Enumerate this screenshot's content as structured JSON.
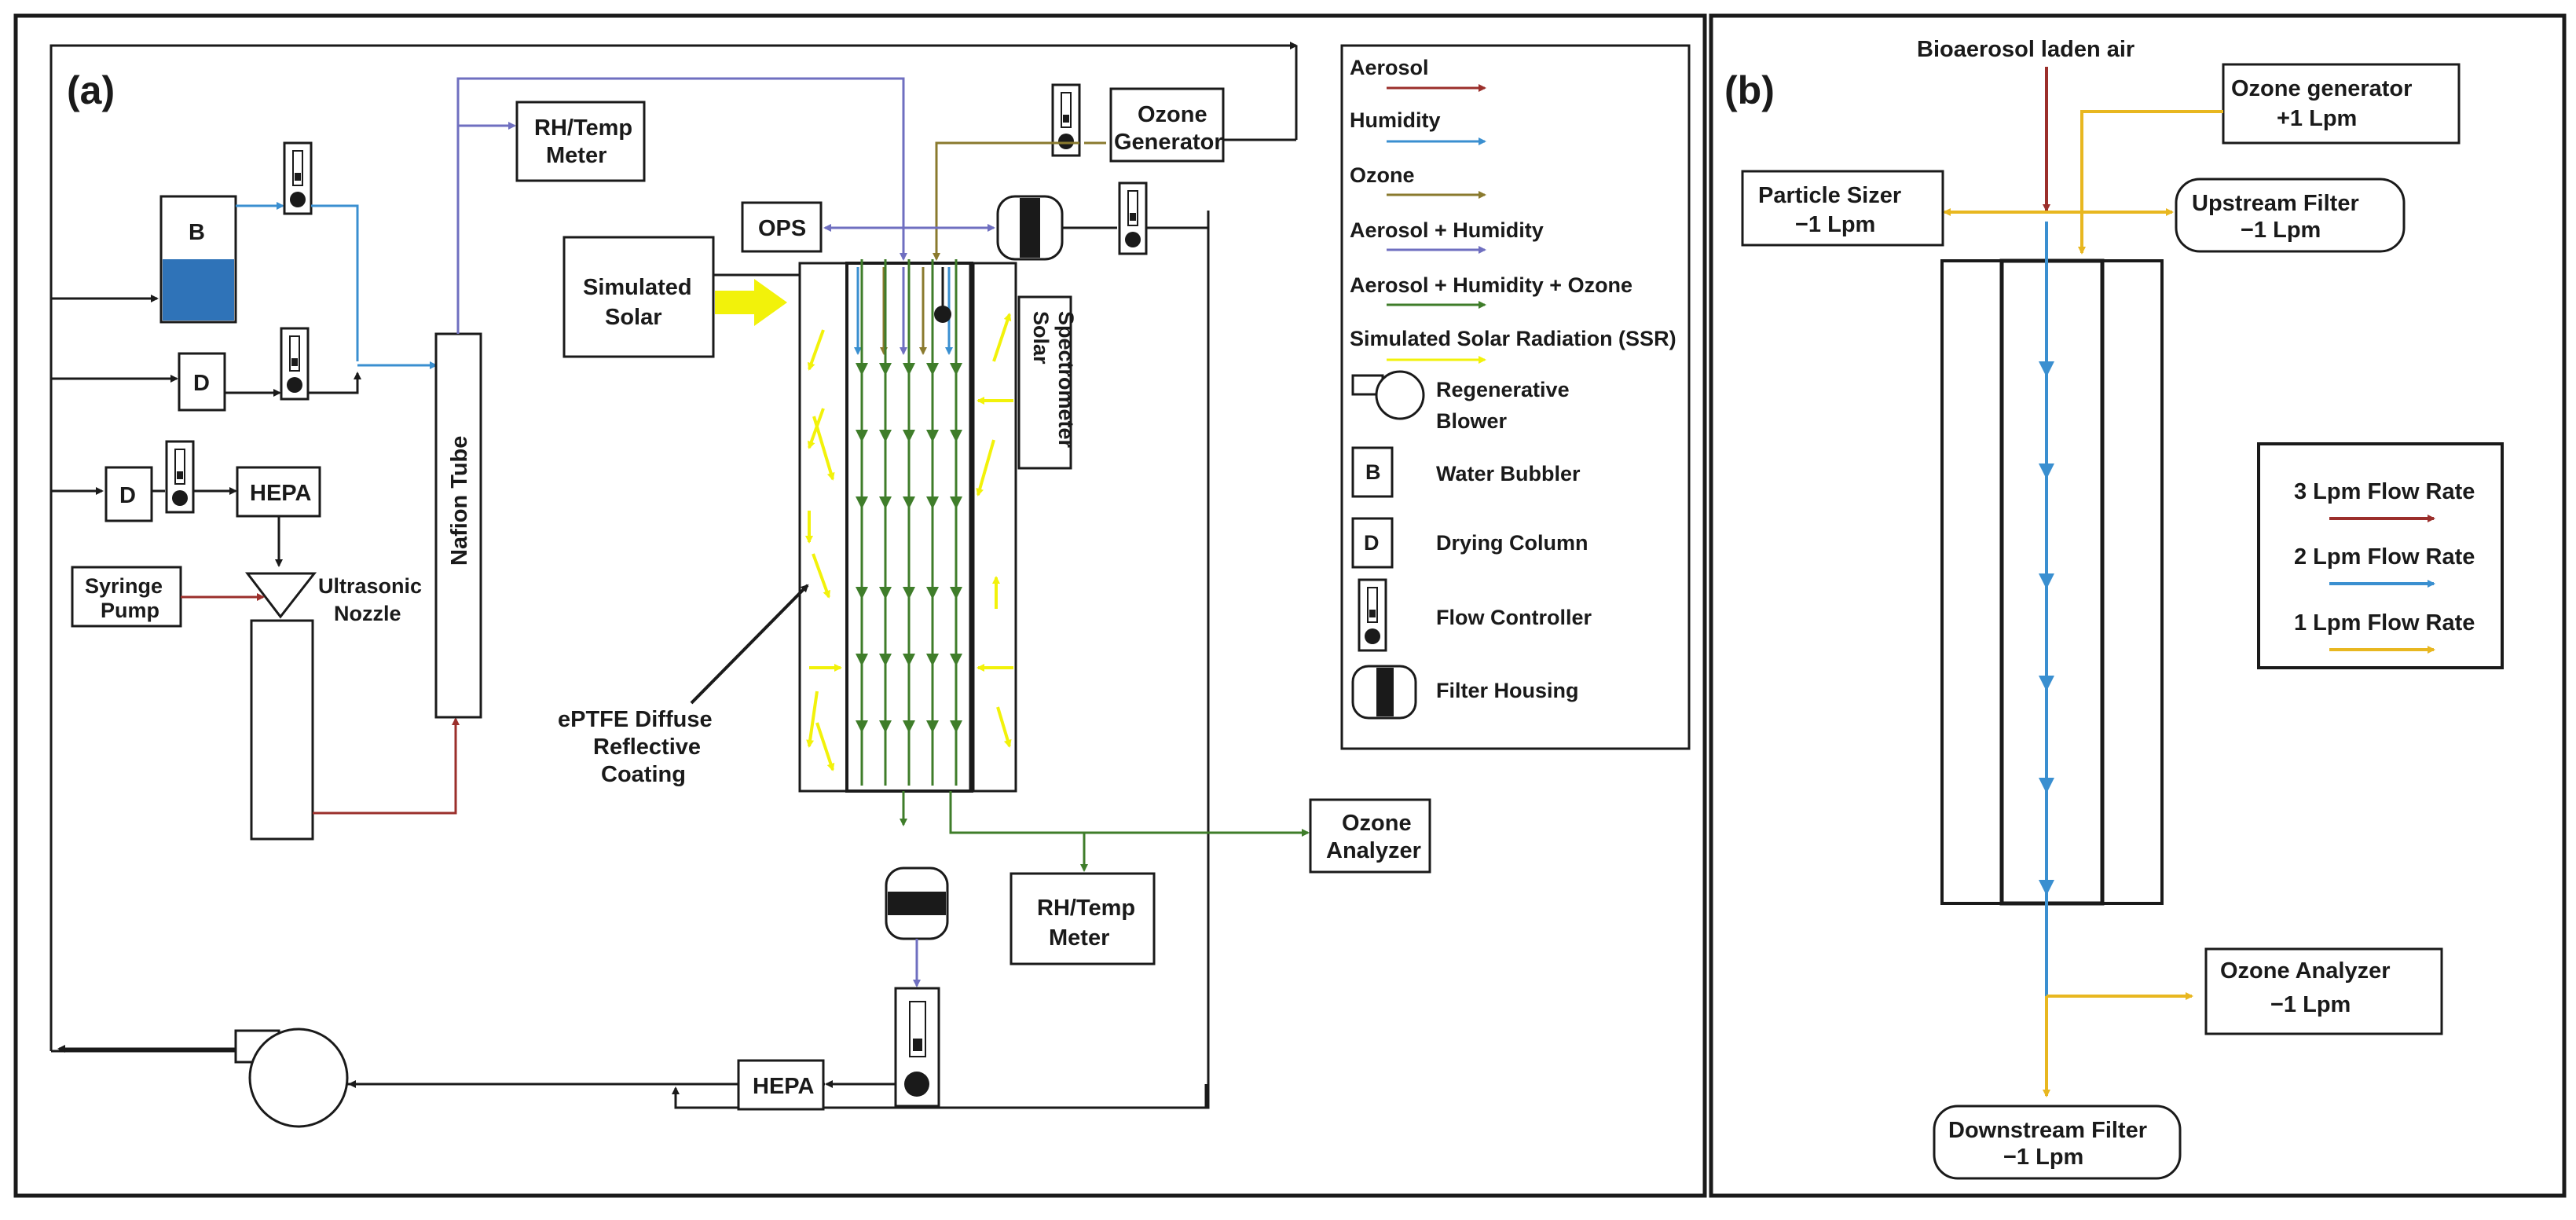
{
  "panel_a": {
    "tag": "(a)",
    "labels": {
      "rh_temp_top_1": "RH/Temp",
      "rh_temp_top_2": "Meter",
      "ozone_generator_1": "Ozone",
      "ozone_generator_2": "Generator",
      "bubbler": "B",
      "drying_1": "D",
      "drying_2": "D",
      "hepa_top": "HEPA",
      "syringe_1": "Syringe",
      "syringe_2": "Pump",
      "ultrasonic_1": "Ultrasonic",
      "ultrasonic_2": "Nozzle",
      "nafion": "Nafion Tube",
      "ops": "OPS",
      "simulated_solar_1": "Simulated",
      "simulated_solar_2": "Solar",
      "solar_spectrometer_1": "Solar",
      "solar_spectrometer_2": "Spectrometer",
      "eptfe_1": "ePTFE Diffuse",
      "eptfe_2": "Reflective",
      "eptfe_3": "Coating",
      "ozone_analyzer_1": "Ozone",
      "ozone_analyzer_2": "Analyzer",
      "rh_temp_bottom_1": "RH/Temp",
      "rh_temp_bottom_2": "Meter",
      "hepa_bottom": "HEPA"
    },
    "legend": {
      "aerosol": "Aerosol",
      "humidity": "Humidity",
      "ozone": "Ozone",
      "aerosol_humidity": "Aerosol + Humidity",
      "aerosol_humidity_ozone": "Aerosol + Humidity + Ozone",
      "ssr": "Simulated Solar Radiation (SSR)",
      "blower_1": "Regenerative",
      "blower_2": "Blower",
      "bubbler_key": "B",
      "bubbler": "Water Bubbler",
      "drying_key": "D",
      "drying": "Drying Column",
      "flow_controller": "Flow Controller",
      "filter_housing": "Filter Housing"
    }
  },
  "panel_b": {
    "tag": "(b)",
    "labels": {
      "inlet": "Bioaerosol laden air",
      "ozone_gen_1": "Ozone generator",
      "ozone_gen_2": "+1 Lpm",
      "particle_sizer_1": "Particle Sizer",
      "particle_sizer_2": "−1 Lpm",
      "upstream_1": "Upstream Filter",
      "upstream_2": "−1 Lpm",
      "ozone_analyzer_1": "Ozone Analyzer",
      "ozone_analyzer_2": "−1 Lpm",
      "downstream_1": "Downstream Filter",
      "downstream_2": "−1 Lpm"
    },
    "legend": {
      "lpm3": "3 Lpm Flow Rate",
      "lpm2": "2 Lpm Flow Rate",
      "lpm1": "1 Lpm Flow Rate"
    }
  },
  "colors": {
    "aerosol": "#9b2f2b",
    "humidity": "#3a8fd0",
    "ozone": "#8a7a2e",
    "aerosol_humidity": "#6f6fc0",
    "aerosol_humidity_ozone": "#3f7d2a",
    "ssr": "#f2f20a",
    "flow_3lpm": "#9b2f2b",
    "flow_2lpm": "#3a8fd0",
    "flow_1lpm": "#e8b720",
    "water": "#2f73b8",
    "line": "#1a1a1a"
  }
}
